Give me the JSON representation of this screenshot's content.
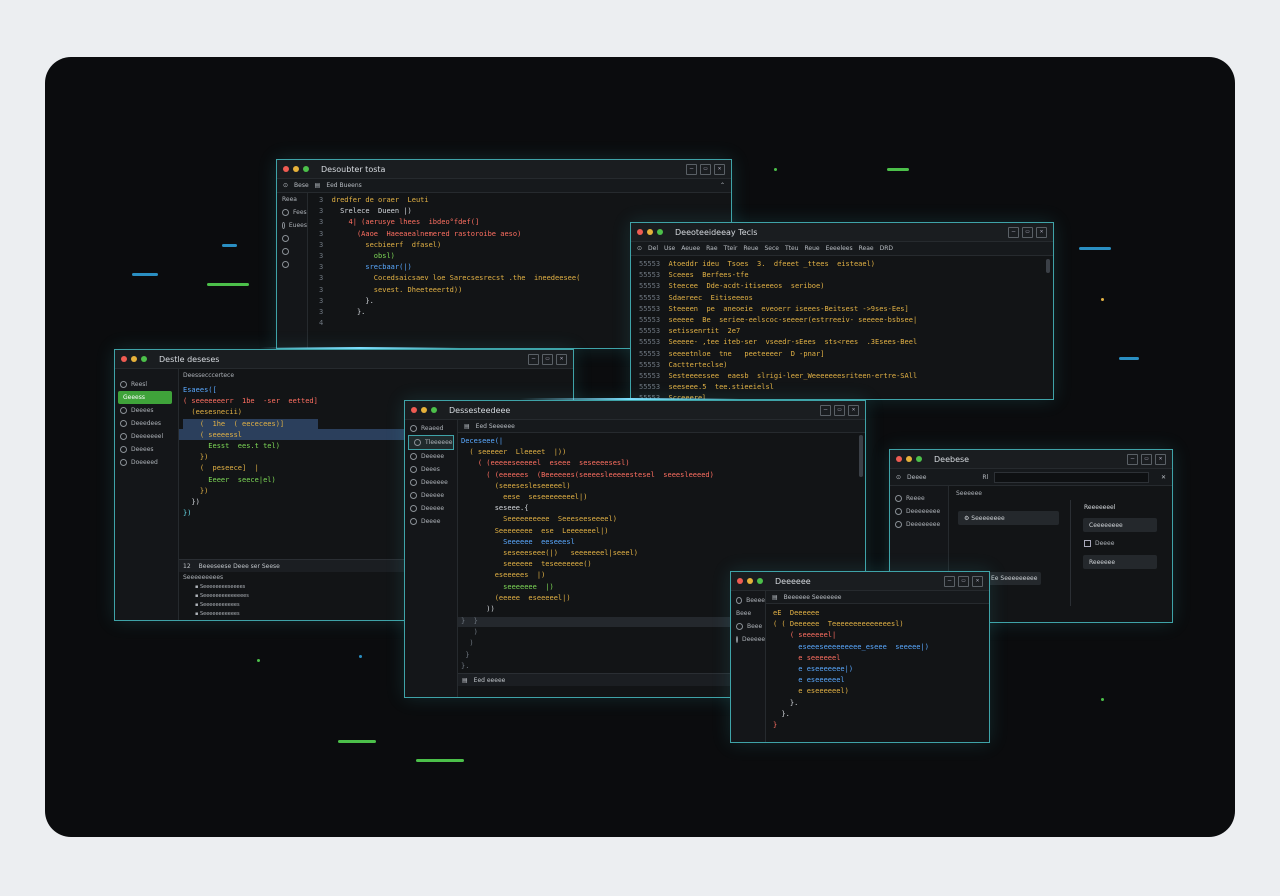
{
  "colors": {
    "accent": "#3fa3a8",
    "green": "#4cc04a",
    "blue": "#5aa9ff",
    "yellow": "#e3b245",
    "red": "#ef5b52"
  },
  "w1": {
    "title": "Desoubter tosta",
    "toolbar": [
      "Bese",
      "Eed Bueens"
    ],
    "side": [
      "Reea",
      "Fees",
      "Euees"
    ],
    "lines": [
      {
        "n": "3",
        "c": "c-y",
        "t": "dredfer de oraer  Leuti"
      },
      {
        "n": "3",
        "c": "c-w",
        "t": "  Srelece  Dueen |)"
      },
      {
        "n": "3",
        "c": "c-r",
        "t": "    4| (aerusye lhees  ibdeo°fdef(]"
      },
      {
        "n": "3",
        "c": "c-r",
        "t": "      (Aaoe  Haeeaealnemered rastoroibe aeso)"
      },
      {
        "n": "3",
        "c": "c-y",
        "t": "        secbieerf  dfasel)"
      },
      {
        "n": "3",
        "c": "c-g",
        "t": "          obsl)"
      },
      {
        "n": "3",
        "c": "c-b",
        "t": "        srecbaar(|)"
      },
      {
        "n": "3",
        "c": "c-y",
        "t": "          Cocedsaicsaev loe Sarecsesrecst .the  ineedeesee("
      },
      {
        "n": "3",
        "c": "c-y",
        "t": "          sevest. Dheeteeertd))"
      },
      {
        "n": "3",
        "c": "c-w",
        "t": "        }."
      },
      {
        "n": "3",
        "c": "c-w",
        "t": "      }."
      },
      {
        "n": "4",
        "c": "c-w",
        "t": ""
      }
    ]
  },
  "w2": {
    "title": "Deeoteeideeay Tecls",
    "toolbar": [
      "Del",
      "Use",
      "Aeuee",
      "Rae",
      "Tteir",
      "Reue",
      "Sece",
      "Tteu",
      "Reue",
      "Eeeelees",
      "Reae",
      "DRD"
    ],
    "lines": [
      {
        "n": "55553",
        "c": "c-y",
        "t": "Atoeddr ideu  Tsoes  3.  dfeeet _ttees  eisteael)"
      },
      {
        "n": "55553",
        "c": "c-y",
        "t": "Sceees  Berfees-tfe"
      },
      {
        "n": "55553",
        "c": "c-y",
        "t": "Steecee  Dde-acdt-itiseeeos  seriboe)"
      },
      {
        "n": "55553",
        "c": "c-y",
        "t": "Sdaereec  Eitiseeeos"
      },
      {
        "n": "55553",
        "c": "c-y",
        "t": "Steeeen  pe  aneoeie  eveoerr iseees-Beitsest ->9ses-Ees]"
      },
      {
        "n": "55553",
        "c": "c-y",
        "t": "seeeee  Be  seriee-eelscoc-seeeer(estrreeiv- seeeee-bsbsee|"
      },
      {
        "n": "55553",
        "c": "c-y",
        "t": "setissenrtit  2e7"
      },
      {
        "n": "55553",
        "c": "c-y",
        "t": "Seeeee- ,tee iteb-ser  vseedr-sEees  sts<rees  .3Esees-Beel"
      },
      {
        "n": "55553",
        "c": "c-y",
        "t": "seeeetnloe  tne   peeteeeer  D -pnar]"
      },
      {
        "n": "55553",
        "c": "c-y",
        "t": "Cactterteclse)"
      },
      {
        "n": "55553",
        "c": "c-y",
        "t": "Sesteeeessee  eaesb  slrigi-leer_Weeeeeeesriteen-ertre-SAll"
      },
      {
        "n": "55553",
        "c": "c-y",
        "t": "seeseee.5  tee.stieeielsl"
      },
      {
        "n": "55553",
        "c": "c-y",
        "t": "Scceeerel"
      }
    ]
  },
  "w3": {
    "title": "Destle deseses",
    "header": "Deessecccertece",
    "side": [
      "Reesl",
      "Geeess",
      "Deeees",
      "Deeedees",
      "Deeeeeeel",
      "Deeees",
      "Doeeeed"
    ],
    "lines": [
      {
        "c": "c-b",
        "t": "Esaees(["
      },
      {
        "c": "c-r",
        "t": "( seeeeeeerr  1be  -ser  eetted]"
      },
      {
        "c": "c-y",
        "t": "  (eesesnecii)"
      },
      {
        "c": "c-y",
        "t": "    (  1he  ( eececees)]",
        "hl": true
      },
      {
        "c": "c-y",
        "t": "    ( seeeessl"
      },
      {
        "c": "c-g",
        "t": "      Eesst  ees.t tel)"
      },
      {
        "c": "c-y",
        "t": "    })"
      },
      {
        "c": "c-w",
        "t": ""
      },
      {
        "c": "c-y",
        "t": "    (  peseece]  |"
      },
      {
        "c": "c-g",
        "t": "      Eeeer  seece|el)"
      },
      {
        "c": "c-y",
        "t": "    })"
      },
      {
        "c": "c-w",
        "t": "  })"
      },
      {
        "c": "c-c",
        "t": "})"
      }
    ],
    "bottom_title": "Beeeseese Deee  ser Seese",
    "bottom_num": "12",
    "bottom_label": "Seeeeeeeees",
    "bottom_items": [
      "Seeeeeeeeseeees",
      "Seeeeeeeeeeeeees",
      "Seeeeeeeeeees",
      "Seeeeeeeeeees"
    ]
  },
  "w4": {
    "title": "Dessesteedeee",
    "toolbar": [
      "Eed Seeeeee"
    ],
    "side": [
      "Reaeed",
      "Tleeeeee",
      "Deeeee",
      "Deees",
      "Deeeeee",
      "Deeeee",
      "Deeeee",
      "Deeee"
    ],
    "lines": [
      {
        "c": "c-b",
        "t": "Deceseee(|"
      },
      {
        "c": "c-y",
        "t": "  ( seeeeer  Lleeeet  |))"
      },
      {
        "c": "c-r",
        "t": "    ( (eeeeeseeeeel  eseee  seseeeesesl)"
      },
      {
        "c": "c-r",
        "t": "      ( (eeeeees  (Beeeeees(seeeesleeeeestesel  seeesleeeed)"
      },
      {
        "c": "c-y",
        "t": "        (seeesesleseeeeel)"
      },
      {
        "c": "c-y",
        "t": "          eese  seseeeeeeeel|)"
      },
      {
        "c": "c-w",
        "t": "        seseee.{"
      },
      {
        "c": "c-y",
        "t": "          Seeeeeeeeee  Seeeseeseeeel)"
      },
      {
        "c": "c-y",
        "t": "        Seeeeeeee  ese  Leeeeeeel|)"
      },
      {
        "c": "c-b",
        "t": "          Seeeeee  eeseeesl"
      },
      {
        "c": "c-y",
        "t": "          seseeeseee(|)   seeeeeeel|seeel)"
      },
      {
        "c": "c-y",
        "t": "          seeeeee  teseeeeeee()"
      },
      {
        "c": "c-y",
        "t": "        eseeeees  |)"
      },
      {
        "c": "c-g",
        "t": "          seeeeeee  |)"
      },
      {
        "c": "c-y",
        "t": "        (eeeee  eseeeeel|)"
      },
      {
        "c": "c-w",
        "t": "      ))"
      }
    ],
    "footer": "Eed eeeee"
  },
  "w5": {
    "title": "Deebese",
    "path": "Deeee",
    "side": [
      "Reeee",
      "Deeeeeeee",
      "Deeeeeeee"
    ],
    "label": "Seeeeee",
    "btn_main": "Seeeeeeee",
    "right_title": "Reeeeeeel",
    "right_btn1": "Ceeeeeeee",
    "right_check": "Deeee",
    "right_btn2": "Reeeeee",
    "small_btn": "Ee Seeeeeeeee"
  },
  "w6": {
    "title": "Deeeeee",
    "toolbar": [
      "Beeeeee  Seeeeeee"
    ],
    "side": [
      "Beeee",
      "Beee",
      "Beee",
      "Deeeee"
    ],
    "lines": [
      {
        "c": "c-y",
        "t": "eE  Deeeeee"
      },
      {
        "c": "c-y",
        "t": "( ( Deeeeee  Teeeeeeeeeeeeeesl)"
      },
      {
        "c": "c-r",
        "t": "    ( seeeeeel|"
      },
      {
        "c": "c-b",
        "t": "      eseeeseeeeeeeee_eseee  seeeee|)"
      },
      {
        "c": "c-r",
        "t": "      e seeeeeel"
      },
      {
        "c": "c-b",
        "t": "      e eseeeeeee|)"
      },
      {
        "c": "c-b",
        "t": "      e eseeeeeel"
      },
      {
        "c": "c-y",
        "t": "      e eseeeeeel)"
      },
      {
        "c": "c-w",
        "t": "    }."
      },
      {
        "c": "c-w",
        "t": "  }."
      },
      {
        "c": "c-r",
        "t": "}"
      }
    ]
  }
}
